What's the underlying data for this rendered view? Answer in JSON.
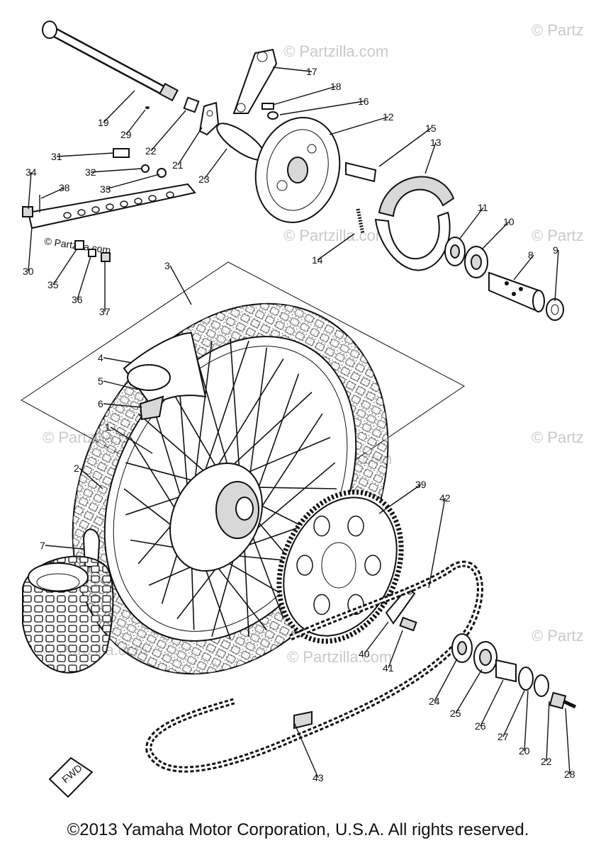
{
  "watermark": "© Partzilla.com",
  "watermark_partial": "© Partz",
  "inline_watermark": "© Partzilla.com",
  "fwd_label": "FWD",
  "callouts": [
    "1",
    "2",
    "3",
    "4",
    "5",
    "6",
    "7",
    "8",
    "9",
    "10",
    "11",
    "12",
    "13",
    "14",
    "15",
    "16",
    "17",
    "18",
    "19",
    "20",
    "21",
    "22",
    "22",
    "23",
    "24",
    "25",
    "26",
    "27",
    "28",
    "29",
    "30",
    "31",
    "32",
    "33",
    "34",
    "35",
    "36",
    "37",
    "38",
    "39",
    "40",
    "41",
    "42",
    "43"
  ],
  "footer": "©2013  Yamaha Motor Corporation, U.S.A. All rights reserved."
}
